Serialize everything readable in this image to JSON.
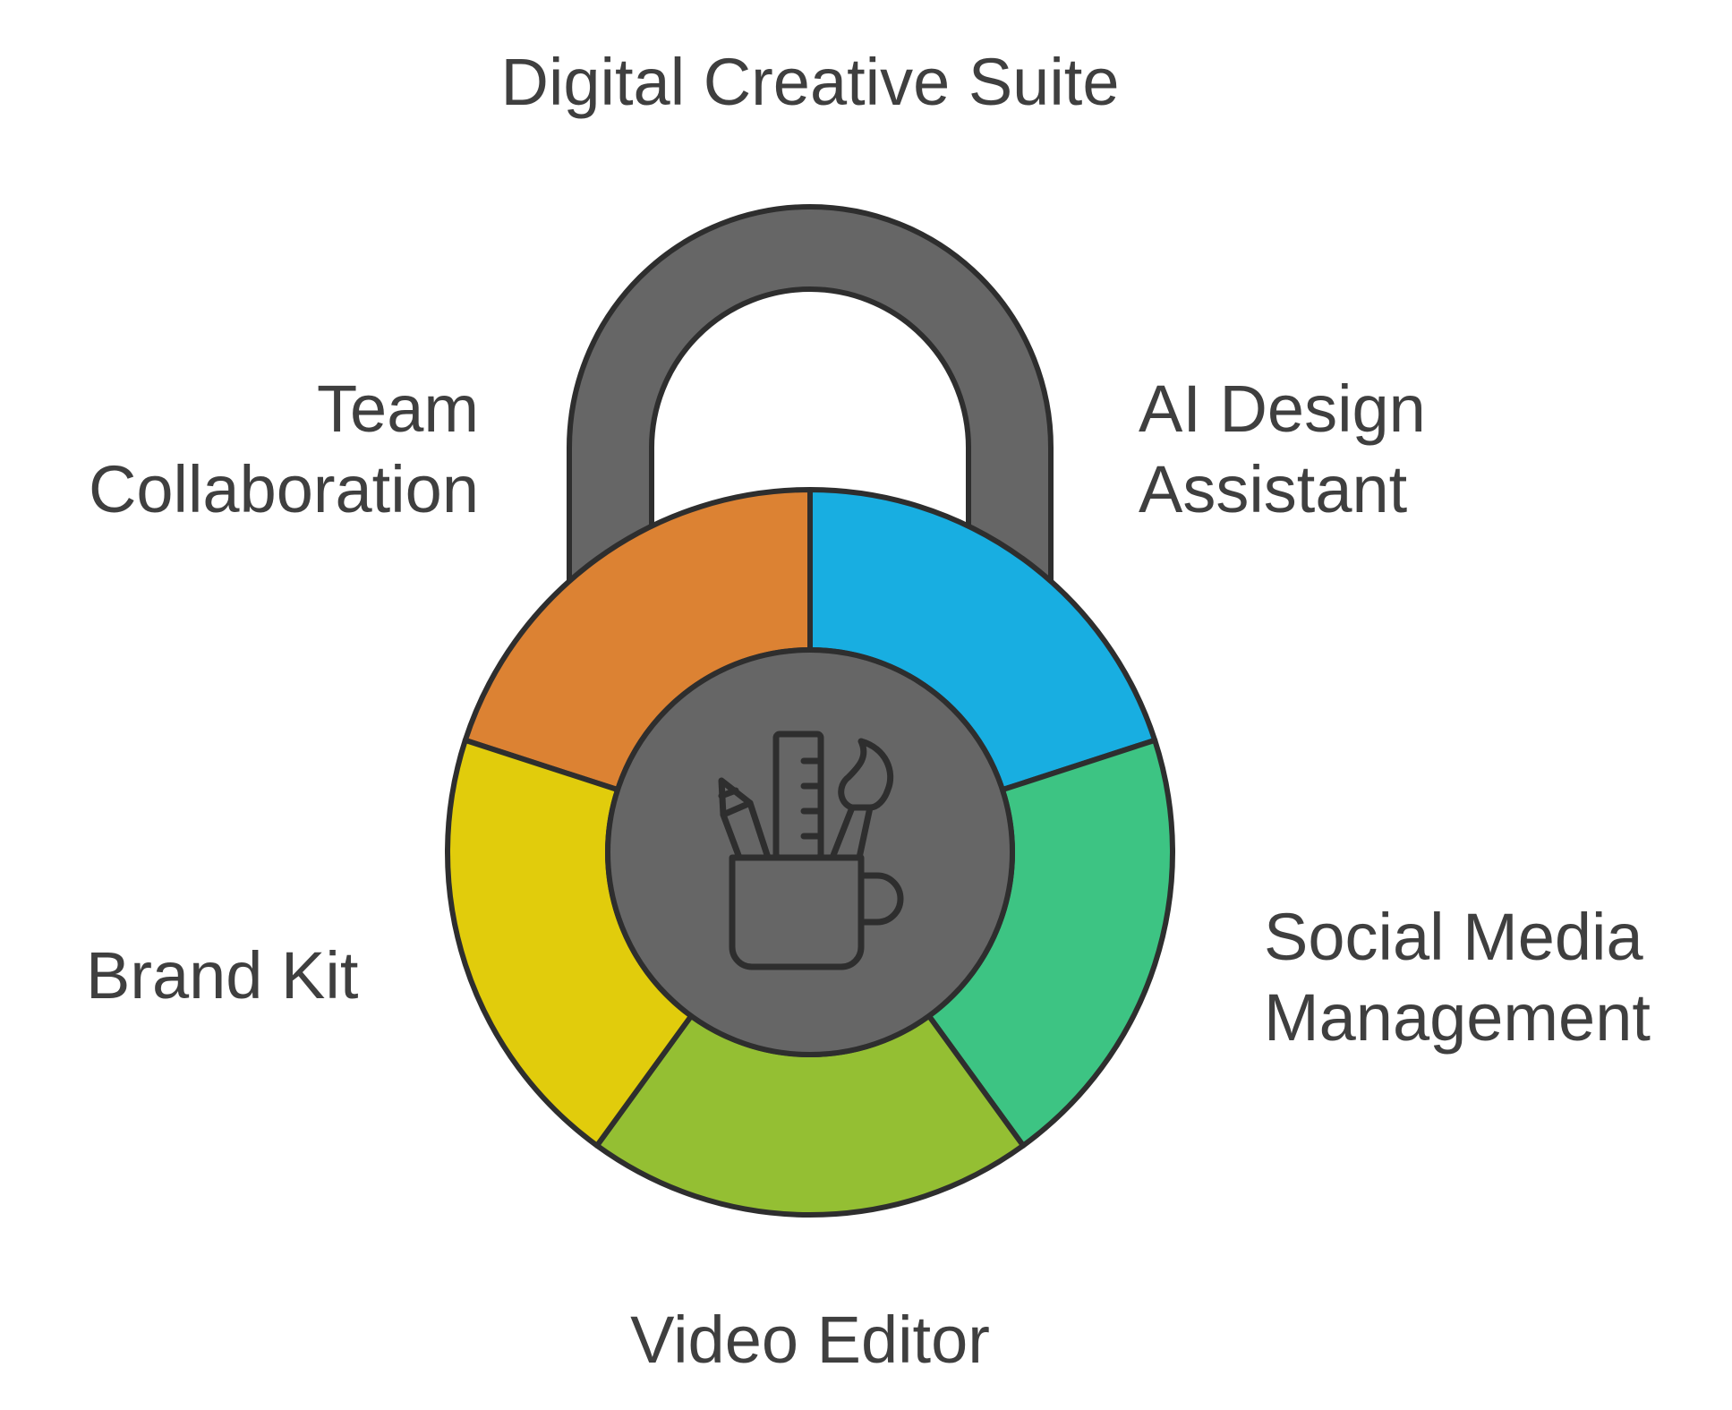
{
  "title": "Digital Creative Suite",
  "segments": [
    {
      "id": "team",
      "label": "Team\nCollaboration",
      "color": "#DC8233"
    },
    {
      "id": "ai",
      "label": "AI Design\nAssistant",
      "color": "#18AEE1"
    },
    {
      "id": "social",
      "label": "Social Media\nManagement",
      "color": "#3DC483"
    },
    {
      "id": "video",
      "label": "Video Editor",
      "color": "#94BF33"
    },
    {
      "id": "brand",
      "label": "Brand Kit",
      "color": "#E1CC0C"
    }
  ],
  "colors": {
    "shackle": "#666666",
    "hub": "#666666",
    "outline": "#2e2e2e"
  },
  "center_icon": "art-supplies-mug-icon"
}
